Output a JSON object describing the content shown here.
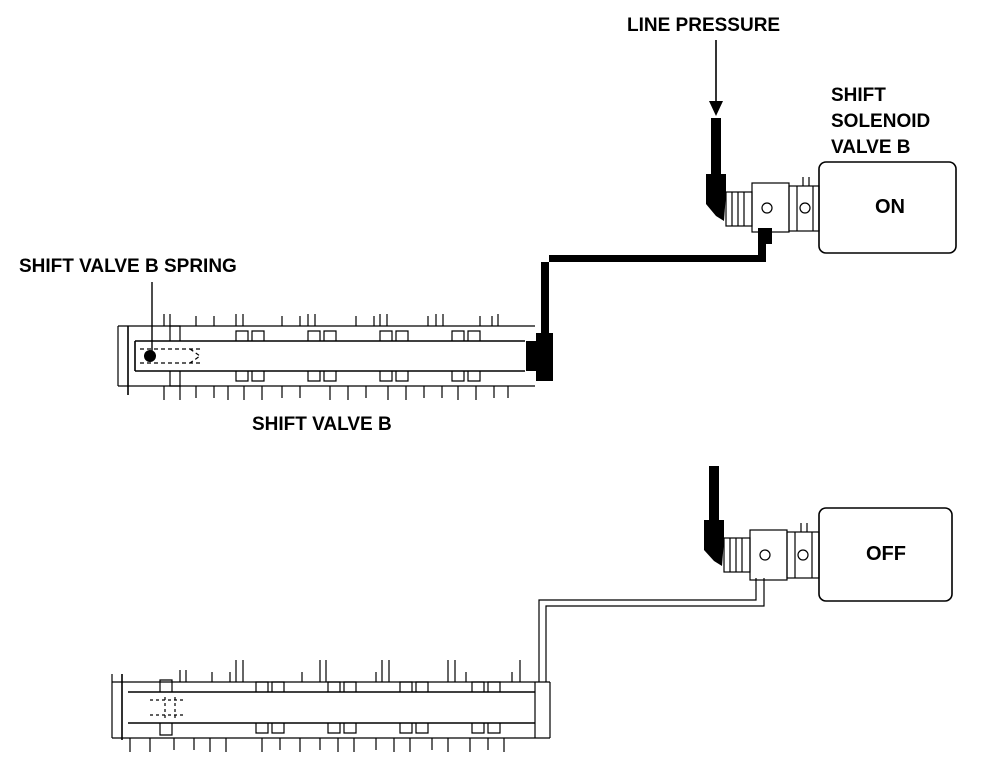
{
  "labels": {
    "line_pressure": "LINE PRESSURE",
    "solenoid_line1": "SHIFT",
    "solenoid_line2": "SOLENOID",
    "solenoid_line3": "VALVE B",
    "spring": "SHIFT VALVE B SPRING",
    "valve": "SHIFT VALVE B"
  },
  "states": {
    "on": "ON",
    "off": "OFF"
  },
  "colors": {
    "ink": "#000000",
    "background": "#ffffff"
  }
}
